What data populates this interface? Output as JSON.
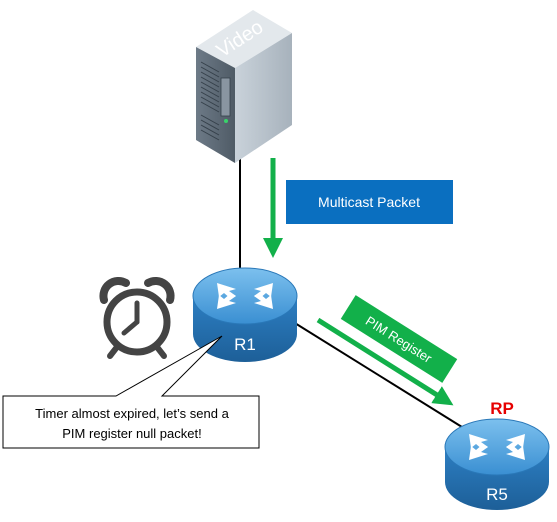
{
  "server": {
    "label": "Video"
  },
  "multicast_box": {
    "label": "Multicast Packet",
    "color": "#0a6fc0"
  },
  "routers": {
    "r1": {
      "label": "R1"
    },
    "r5": {
      "label": "R5"
    }
  },
  "rp_label": {
    "text": "RP",
    "color": "#e60000"
  },
  "pim_register": {
    "label": "PIM Register",
    "color": "#12b04a"
  },
  "callout": {
    "line1": "Timer almost expired, let’s send a",
    "line2": "PIM register null packet!"
  },
  "icons": {
    "clock": "alarm-clock-icon",
    "router": "router-icon",
    "server": "server-tower-icon"
  },
  "colors": {
    "router_body": "#3d8fd0",
    "arrow_green": "#12b04a",
    "link_line": "#000000"
  }
}
